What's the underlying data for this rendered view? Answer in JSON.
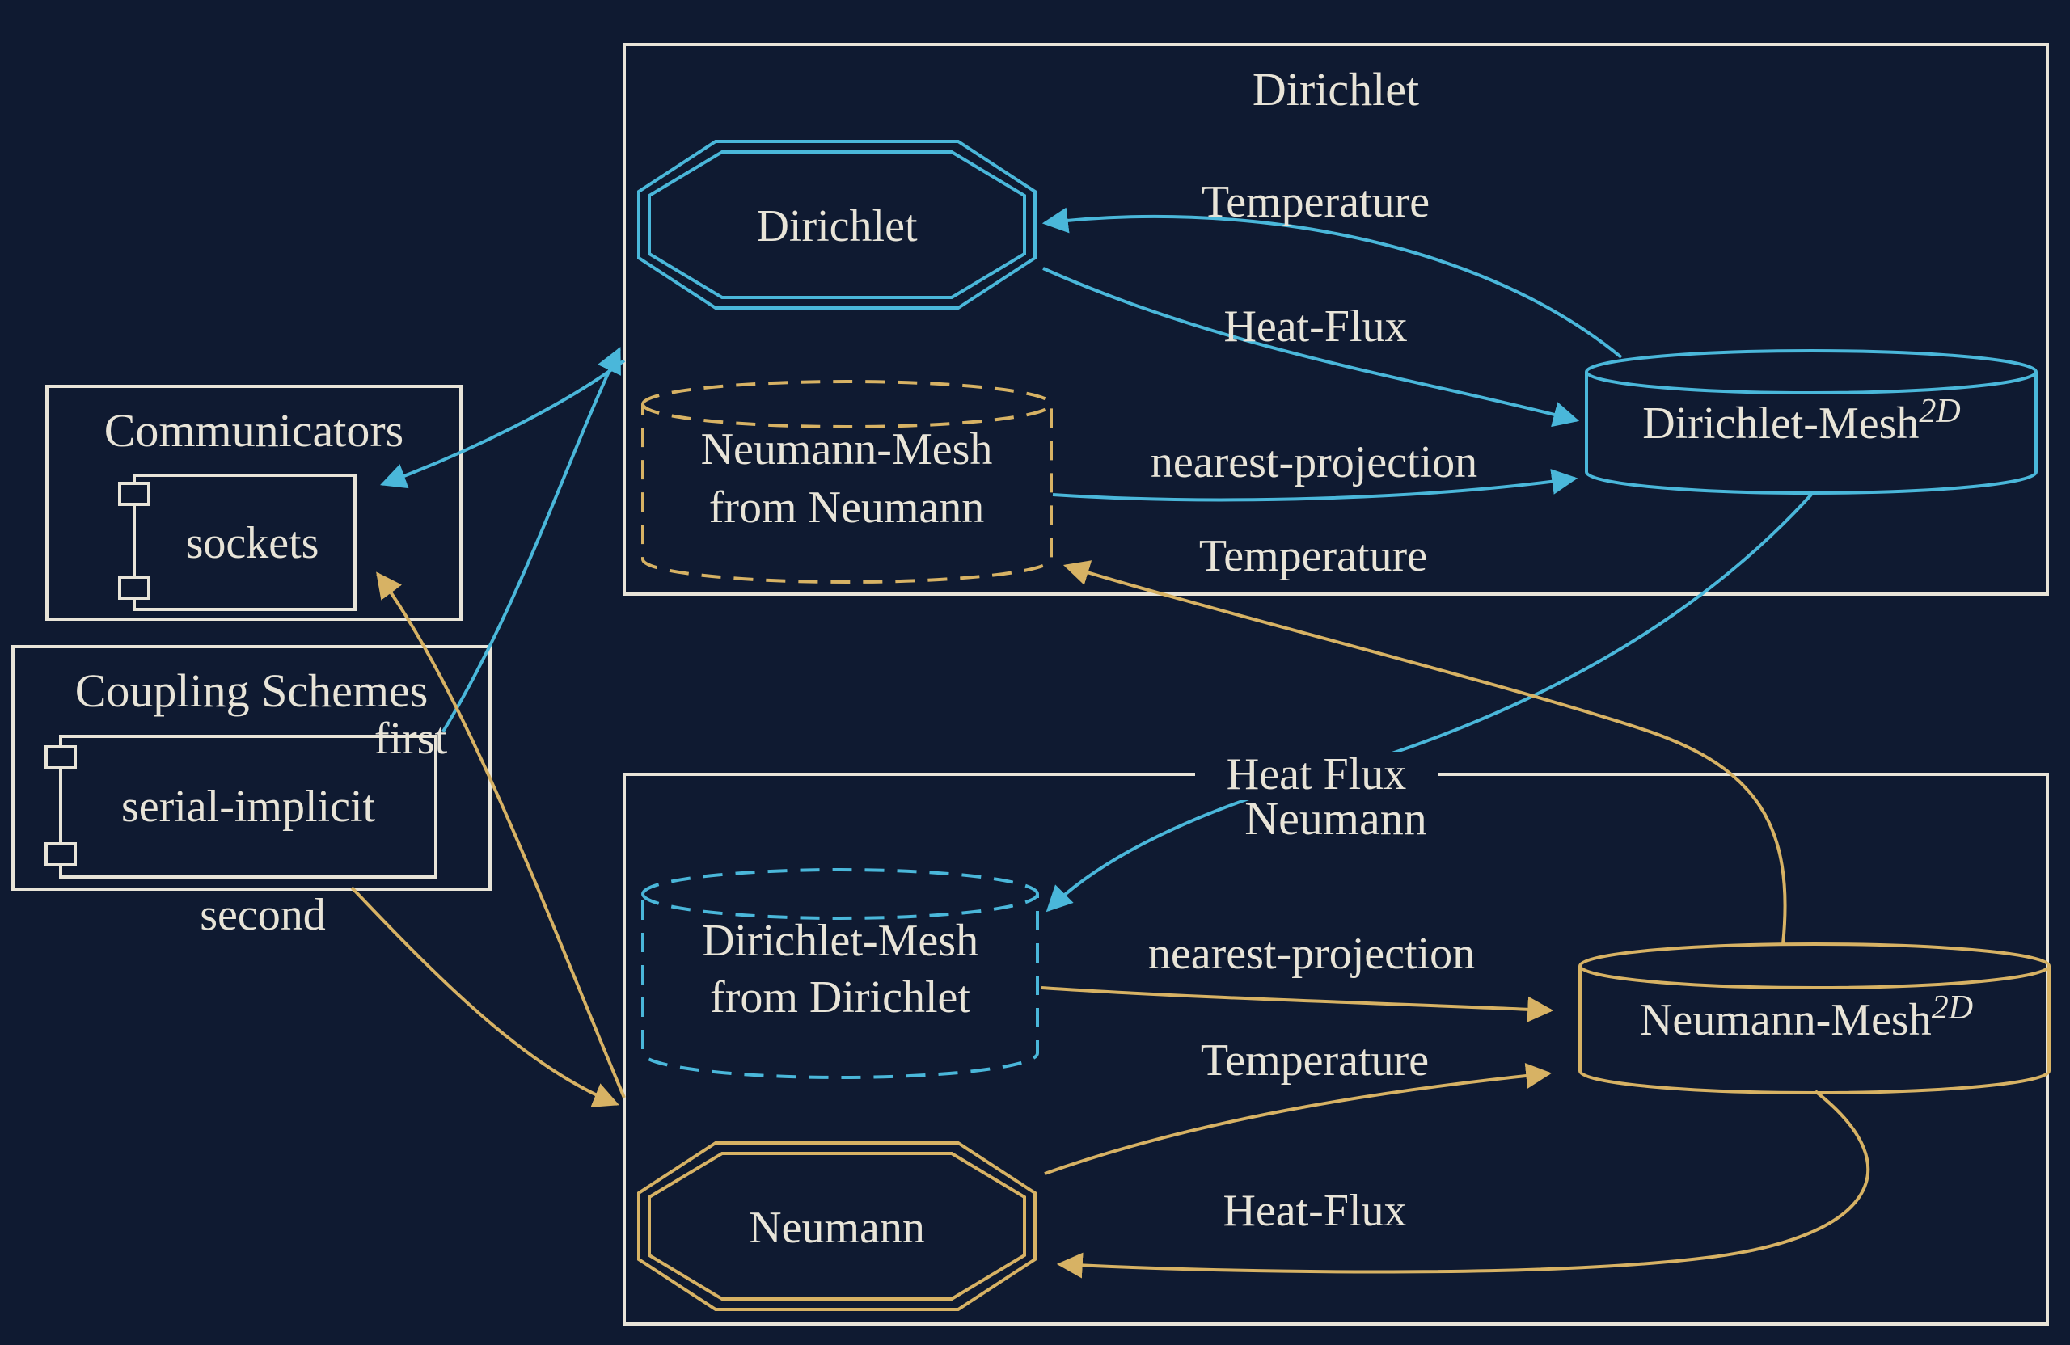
{
  "colors": {
    "background": "#0f1a31",
    "frame": "#e8e4d8",
    "dirichlet_accent": "#4ab7da",
    "neumann_accent": "#d7b264"
  },
  "communicators": {
    "title": "Communicators",
    "component_label": "sockets"
  },
  "coupling_schemes": {
    "title": "Coupling Schemes",
    "component_label": "serial-implicit",
    "first_edge_label": "first",
    "second_edge_label": "second"
  },
  "dirichlet_participant": {
    "title": "Dirichlet",
    "solver_label": "Dirichlet",
    "received_mesh_line1": "Neumann-Mesh",
    "received_mesh_line2": "from Neumann",
    "mesh_label": "Dirichlet-Mesh",
    "mesh_superscript": "2D",
    "read_edge_label": "Temperature",
    "write_edge_label": "Heat-Flux",
    "mapping_edge_label": "nearest-projection"
  },
  "neumann_participant": {
    "title": "Neumann",
    "solver_label": "Neumann",
    "received_mesh_line1": "Dirichlet-Mesh",
    "received_mesh_line2": "from Dirichlet",
    "mesh_label": "Neumann-Mesh",
    "mesh_superscript": "2D",
    "read_edge_label": "Heat-Flux",
    "write_edge_label": "Temperature",
    "mapping_edge_label": "nearest-projection"
  },
  "exchanges": {
    "temperature_label": "Temperature",
    "heat_flux_label": "Heat Flux"
  }
}
